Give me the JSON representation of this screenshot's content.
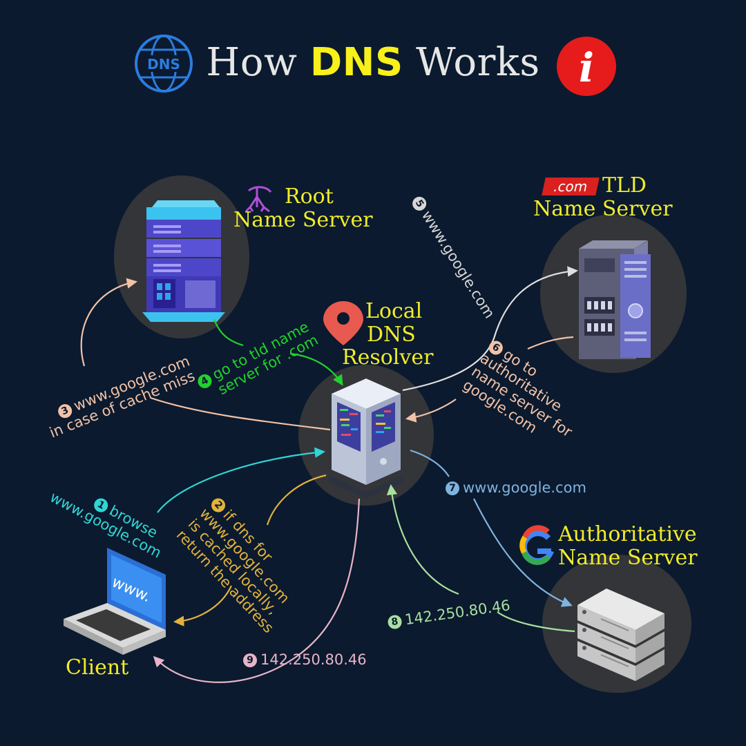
{
  "title": {
    "pre": "How ",
    "highlight": "DNS",
    "post": " Works",
    "logo_text": "DNS"
  },
  "servers": {
    "root": {
      "line1": "Root",
      "line2": "Name Server"
    },
    "tld": {
      "badge": ".com",
      "line1": "TLD",
      "line2": "Name Server"
    },
    "resolver": {
      "line1": "Local",
      "line2": "DNS",
      "line3": "Resolver"
    },
    "authoritative": {
      "line1": "Authoritative",
      "line2": "Name Server"
    },
    "client": {
      "label": "Client",
      "screen_text": "www."
    }
  },
  "steps": [
    {
      "n": "1",
      "lines": [
        "browse",
        "www.google.com"
      ],
      "color": "#2fd6d6"
    },
    {
      "n": "2",
      "lines": [
        "if dns for",
        "www.google.com",
        "is cached locally,",
        "return the address"
      ],
      "color": "#e3b23c"
    },
    {
      "n": "3",
      "lines": [
        "www.google.com",
        "in case of cache miss"
      ],
      "color": "#f2c2a8"
    },
    {
      "n": "4",
      "lines": [
        "go to tld name",
        "server for .com"
      ],
      "color": "#22d12f"
    },
    {
      "n": "5",
      "lines": [
        "www.google.com"
      ],
      "color": "#d6d6d6"
    },
    {
      "n": "6",
      "lines": [
        "go to",
        "authoritative",
        "name server for",
        "google.com"
      ],
      "color": "#f2c2a8"
    },
    {
      "n": "7",
      "lines": [
        "www.google.com"
      ],
      "color": "#7fb3e0"
    },
    {
      "n": "8",
      "lines": [
        "142.250.80.46"
      ],
      "color": "#a8e0a0"
    },
    {
      "n": "9",
      "lines": [
        "142.250.80.46"
      ],
      "color": "#e8b4c8"
    }
  ],
  "colors": {
    "background": "#0b1a2e",
    "label_yellow": "#f1ec2b",
    "info_red": "#e61c1c",
    "dns_blue": "#2a7de1"
  }
}
